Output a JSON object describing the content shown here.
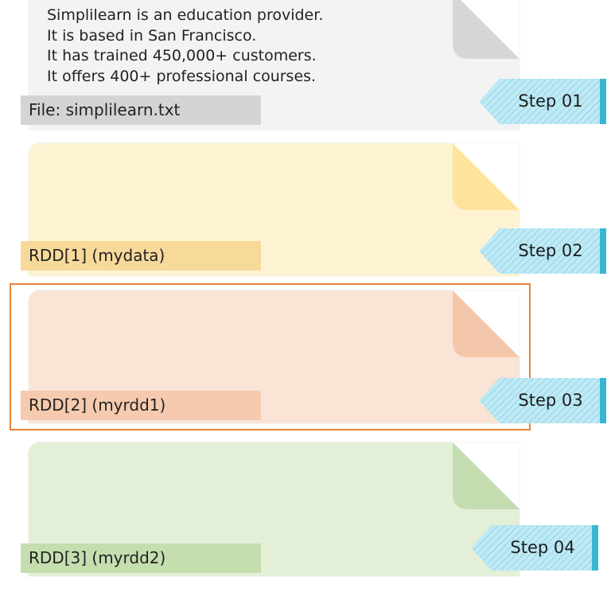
{
  "card1": {
    "lines": [
      "Simplilearn is an education provider.",
      "It is based in San Francisco.",
      "It has trained 450,000+ customers.",
      "It offers 400+ professional courses."
    ],
    "label": "File: simplilearn.txt",
    "step": "Step 01",
    "colors": {
      "body": "#f3f3f3",
      "fold": "#d6d6d6",
      "label": "#d4d4d4"
    }
  },
  "card2": {
    "label": "RDD[1] (mydata)",
    "step": "Step 02",
    "colors": {
      "body": "#fdf3d2",
      "fold": "#fde39b",
      "label": "#f7d99a"
    }
  },
  "card3": {
    "label": "RDD[2] (myrdd1)",
    "step": "Step 03",
    "colors": {
      "body": "#f9e4d6",
      "fold": "#f5c7aa",
      "label": "#f5caae"
    }
  },
  "card4": {
    "label": "RDD[3] (myrdd2)",
    "step": "Step 04",
    "colors": {
      "body": "#e3efd7",
      "fold": "#c3dcb0",
      "label": "#c5deb0"
    }
  },
  "step_colors": {
    "fill": "#bfe9f4",
    "hatch": "#8fd6ea",
    "edge": "#38b6d6"
  },
  "highlight_color": "#e8823a"
}
